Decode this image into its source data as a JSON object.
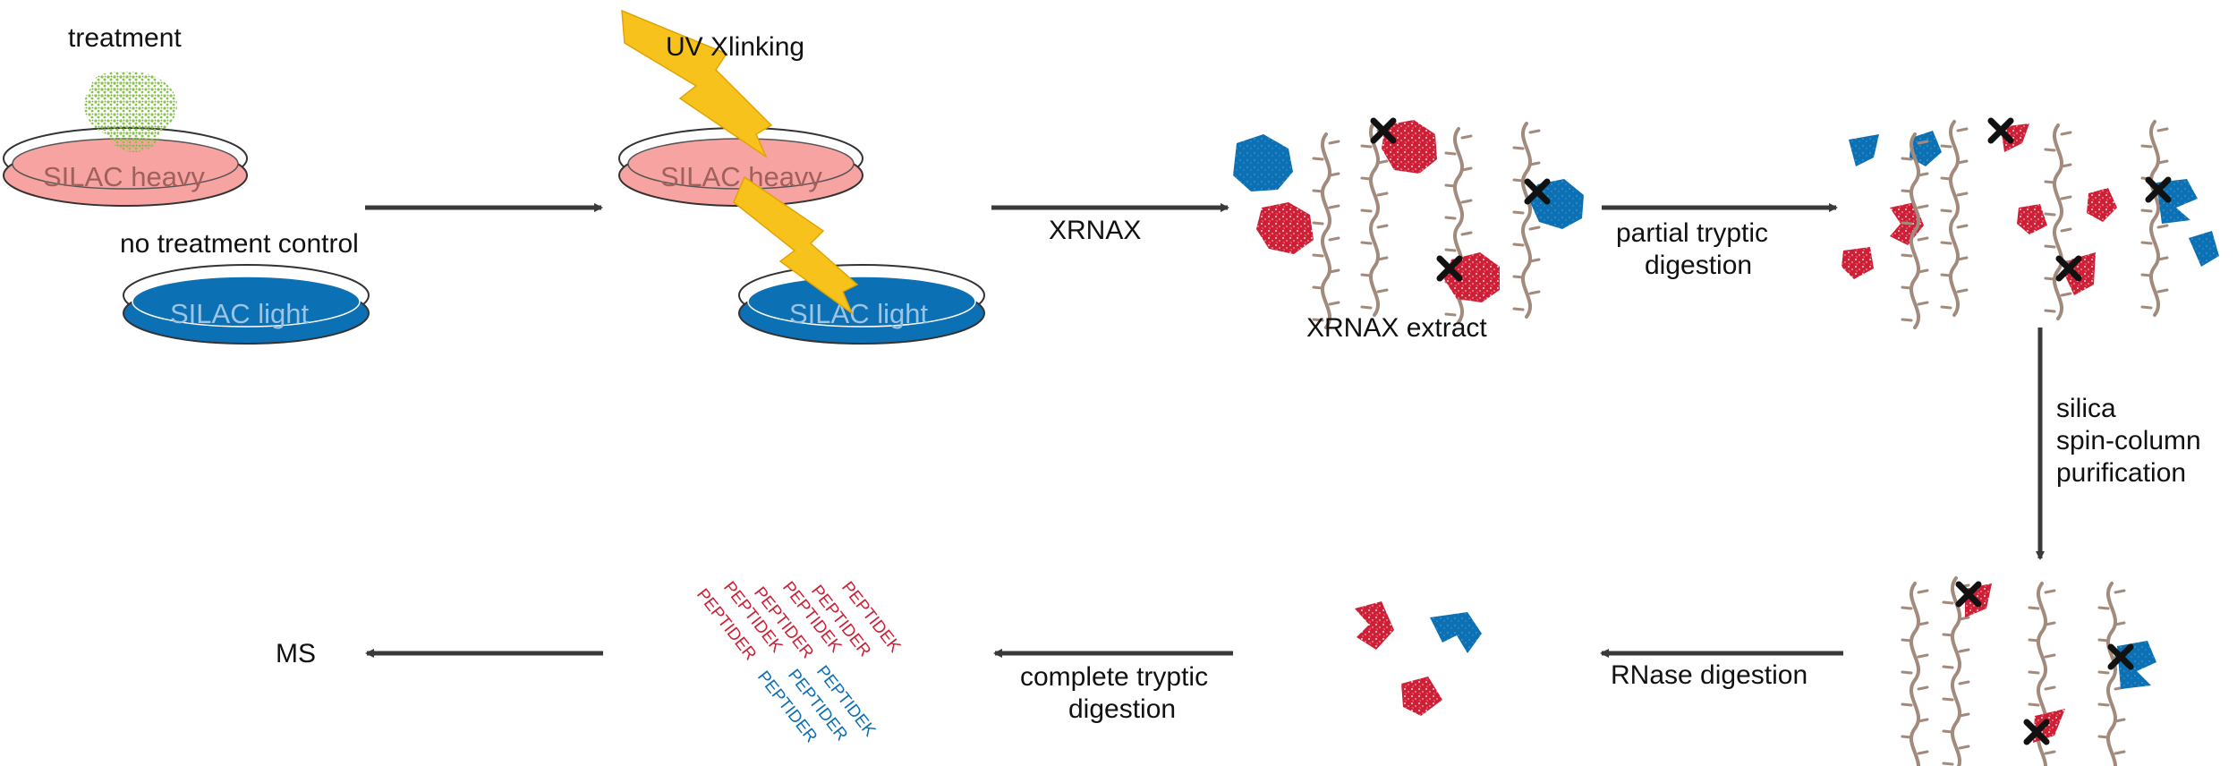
{
  "colors": {
    "heavy": "#f7a3a1",
    "light": "#0c70b5",
    "red": "#cf1f36",
    "blue": "#0c70b5",
    "rna": "#a28b7d",
    "arrow": "#3a3a3a",
    "bolt": "#f8c21c",
    "green": "#8bc34a"
  },
  "labels": {
    "treatment": "treatment",
    "silac_heavy": "SILAC heavy",
    "silac_light": "SILAC light",
    "no_treatment": "no treatment control",
    "uv": "UV Xlinking",
    "silac_heavy_2": "SILAC heavy",
    "silac_light_2": "SILAC light",
    "xrnax": "XRNAX",
    "xrnax_extract": "XRNAX extract",
    "partial1": "partial tryptic",
    "partial2": "digestion",
    "silica1": "silica",
    "silica2": "spin-column",
    "silica3": "purification",
    "rnase": "RNase digestion",
    "complete1": "complete tryptic",
    "complete2": "digestion",
    "ms": "MS"
  },
  "peptides_red": [
    "PEPTIDER",
    "PEPTIDEK",
    "PEPTIDER",
    "PEPTIDEK",
    "PEPTIDER",
    "PEPTIDEK"
  ],
  "peptides_blue": [
    "PEPTIDER",
    "PEPTIDER",
    "PEPTIDEK"
  ]
}
